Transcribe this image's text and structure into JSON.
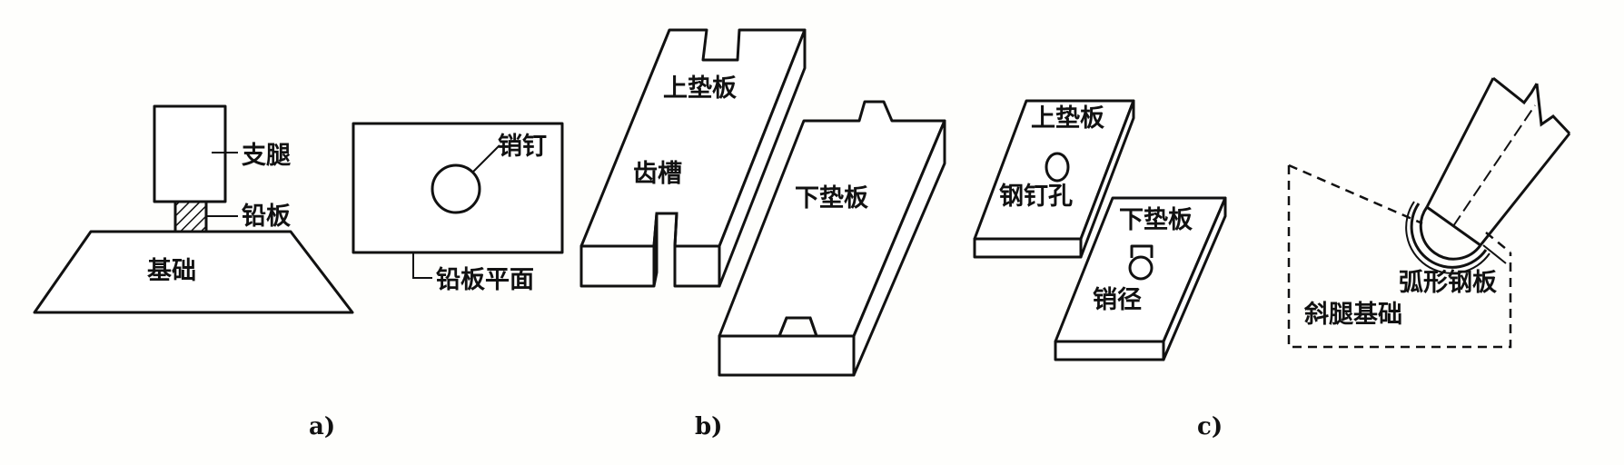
{
  "labels": {
    "a": {
      "support_leg": "支腿",
      "lead_plate": "铅板",
      "foundation": "基础",
      "pin": "销钉",
      "lead_plate_plane": "铅板平面",
      "caption": "a)"
    },
    "b": {
      "upper_pad": "上垫板",
      "tooth_slot": "齿槽",
      "lower_pad": "下垫板",
      "caption": "b)"
    },
    "c": {
      "upper_pad": "上垫板",
      "steel_pin_hole": "钢钉孔",
      "lower_pad": "下垫板",
      "pin_diameter": "销径",
      "arc_steel_plate": "弧形钢板",
      "inclined_leg_foundation": "斜腿基础",
      "caption": "c)"
    }
  }
}
